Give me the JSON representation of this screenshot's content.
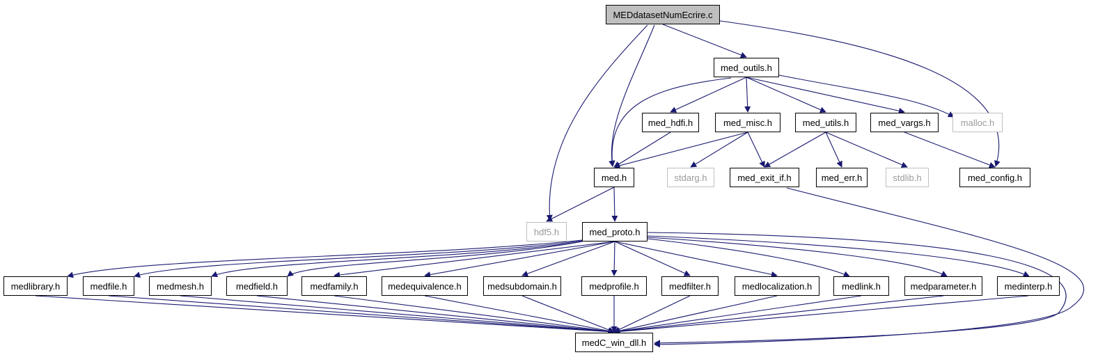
{
  "colors": {
    "edge": "#191970",
    "node_border": "#000000",
    "external_border": "#bfbfbf",
    "root_fill": "#bfbfbf"
  },
  "nodes": [
    {
      "id": "MEDdatasetNumEcrire.c",
      "label": "MEDdatasetNumEcrire.c",
      "kind": "root"
    },
    {
      "id": "med_outils.h",
      "label": "med_outils.h",
      "kind": "file"
    },
    {
      "id": "med_hdfi.h",
      "label": "med_hdfi.h",
      "kind": "file"
    },
    {
      "id": "med_misc.h",
      "label": "med_misc.h",
      "kind": "file"
    },
    {
      "id": "med_utils.h",
      "label": "med_utils.h",
      "kind": "file"
    },
    {
      "id": "med_vargs.h",
      "label": "med_vargs.h",
      "kind": "file"
    },
    {
      "id": "malloc.h",
      "label": "malloc.h",
      "kind": "external"
    },
    {
      "id": "med.h",
      "label": "med.h",
      "kind": "file"
    },
    {
      "id": "stdarg.h",
      "label": "stdarg.h",
      "kind": "external"
    },
    {
      "id": "med_exit_if.h",
      "label": "med_exit_if.h",
      "kind": "file"
    },
    {
      "id": "med_err.h",
      "label": "med_err.h",
      "kind": "file"
    },
    {
      "id": "stdlib.h",
      "label": "stdlib.h",
      "kind": "external"
    },
    {
      "id": "med_config.h",
      "label": "med_config.h",
      "kind": "file"
    },
    {
      "id": "hdf5.h",
      "label": "hdf5.h",
      "kind": "external"
    },
    {
      "id": "med_proto.h",
      "label": "med_proto.h",
      "kind": "file"
    },
    {
      "id": "medlibrary.h",
      "label": "medlibrary.h",
      "kind": "file"
    },
    {
      "id": "medfile.h",
      "label": "medfile.h",
      "kind": "file"
    },
    {
      "id": "medmesh.h",
      "label": "medmesh.h",
      "kind": "file"
    },
    {
      "id": "medfield.h",
      "label": "medfield.h",
      "kind": "file"
    },
    {
      "id": "medfamily.h",
      "label": "medfamily.h",
      "kind": "file"
    },
    {
      "id": "medequivalence.h",
      "label": "medequivalence.h",
      "kind": "file"
    },
    {
      "id": "medsubdomain.h",
      "label": "medsubdomain.h",
      "kind": "file"
    },
    {
      "id": "medprofile.h",
      "label": "medprofile.h",
      "kind": "file"
    },
    {
      "id": "medfilter.h",
      "label": "medfilter.h",
      "kind": "file"
    },
    {
      "id": "medlocalization.h",
      "label": "medlocalization.h",
      "kind": "file"
    },
    {
      "id": "medlink.h",
      "label": "medlink.h",
      "kind": "file"
    },
    {
      "id": "medparameter.h",
      "label": "medparameter.h",
      "kind": "file"
    },
    {
      "id": "medinterp.h",
      "label": "medinterp.h",
      "kind": "file"
    },
    {
      "id": "medC_win_dll.h",
      "label": "medC_win_dll.h",
      "kind": "file"
    }
  ],
  "edges": [
    {
      "from": "MEDdatasetNumEcrire.c",
      "to": "med_outils.h"
    },
    {
      "from": "MEDdatasetNumEcrire.c",
      "to": "med.h"
    },
    {
      "from": "MEDdatasetNumEcrire.c",
      "to": "hdf5.h"
    },
    {
      "from": "MEDdatasetNumEcrire.c",
      "to": "med_config.h"
    },
    {
      "from": "med_outils.h",
      "to": "med_hdfi.h"
    },
    {
      "from": "med_outils.h",
      "to": "med_misc.h"
    },
    {
      "from": "med_outils.h",
      "to": "med_utils.h"
    },
    {
      "from": "med_outils.h",
      "to": "med_vargs.h"
    },
    {
      "from": "med_outils.h",
      "to": "malloc.h"
    },
    {
      "from": "med_outils.h",
      "to": "med.h"
    },
    {
      "from": "med_hdfi.h",
      "to": "med.h"
    },
    {
      "from": "med_misc.h",
      "to": "med.h"
    },
    {
      "from": "med_misc.h",
      "to": "stdarg.h"
    },
    {
      "from": "med_misc.h",
      "to": "med_exit_if.h"
    },
    {
      "from": "med_utils.h",
      "to": "med_exit_if.h"
    },
    {
      "from": "med_utils.h",
      "to": "med_err.h"
    },
    {
      "from": "med_utils.h",
      "to": "stdlib.h"
    },
    {
      "from": "med_vargs.h",
      "to": "med_config.h"
    },
    {
      "from": "med.h",
      "to": "hdf5.h"
    },
    {
      "from": "med.h",
      "to": "med_proto.h"
    },
    {
      "from": "med_exit_if.h",
      "to": "medC_win_dll.h"
    },
    {
      "from": "med_proto.h",
      "to": "medlibrary.h"
    },
    {
      "from": "med_proto.h",
      "to": "medfile.h"
    },
    {
      "from": "med_proto.h",
      "to": "medmesh.h"
    },
    {
      "from": "med_proto.h",
      "to": "medfield.h"
    },
    {
      "from": "med_proto.h",
      "to": "medfamily.h"
    },
    {
      "from": "med_proto.h",
      "to": "medequivalence.h"
    },
    {
      "from": "med_proto.h",
      "to": "medsubdomain.h"
    },
    {
      "from": "med_proto.h",
      "to": "medprofile.h"
    },
    {
      "from": "med_proto.h",
      "to": "medfilter.h"
    },
    {
      "from": "med_proto.h",
      "to": "medlocalization.h"
    },
    {
      "from": "med_proto.h",
      "to": "medlink.h"
    },
    {
      "from": "med_proto.h",
      "to": "medparameter.h"
    },
    {
      "from": "med_proto.h",
      "to": "medinterp.h"
    },
    {
      "from": "med_proto.h",
      "to": "medC_win_dll.h"
    },
    {
      "from": "medlibrary.h",
      "to": "medC_win_dll.h"
    },
    {
      "from": "medfile.h",
      "to": "medC_win_dll.h"
    },
    {
      "from": "medmesh.h",
      "to": "medC_win_dll.h"
    },
    {
      "from": "medfield.h",
      "to": "medC_win_dll.h"
    },
    {
      "from": "medfamily.h",
      "to": "medC_win_dll.h"
    },
    {
      "from": "medequivalence.h",
      "to": "medC_win_dll.h"
    },
    {
      "from": "medsubdomain.h",
      "to": "medC_win_dll.h"
    },
    {
      "from": "medprofile.h",
      "to": "medC_win_dll.h"
    },
    {
      "from": "medfilter.h",
      "to": "medC_win_dll.h"
    },
    {
      "from": "medlocalization.h",
      "to": "medC_win_dll.h"
    },
    {
      "from": "medlink.h",
      "to": "medC_win_dll.h"
    },
    {
      "from": "medparameter.h",
      "to": "medC_win_dll.h"
    },
    {
      "from": "medinterp.h",
      "to": "medC_win_dll.h"
    }
  ]
}
